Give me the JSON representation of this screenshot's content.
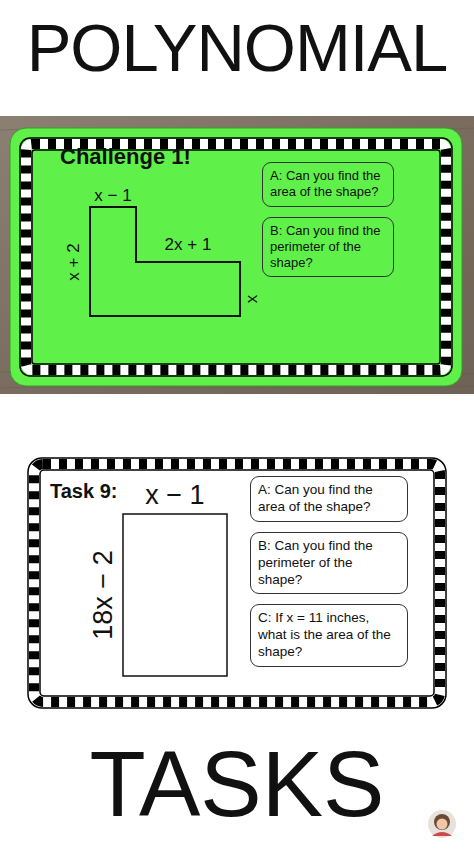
{
  "diagram": {
    "title": "POLYNOMIAL",
    "caption": "TASKS",
    "nodes": [
      {
        "text": [
          "Challenge 1!"
        ]
      },
      {
        "text": [
          "A: Can you find the area of the shape?"
        ],
        "in": 0
      },
      {
        "text": [
          "B: Can you find the perimeter of the shape?"
        ],
        "in": 0
      },
      {
        "text": [
          "Task 9:"
        ]
      },
      {
        "text": [
          "A: Can you find the area of the shape?"
        ],
        "in": 3
      },
      {
        "text": [
          "B: Can you find the perimeter of the shape?"
        ],
        "in": 3
      },
      {
        "text": [
          "C: If x = 11 inches, what is the area of the shape?"
        ],
        "in": 3
      }
    ],
    "labels": [
      "x − 1",
      "2x + 1",
      "x + 2",
      "x",
      "x − 1",
      "18x − 2"
    ]
  }
}
